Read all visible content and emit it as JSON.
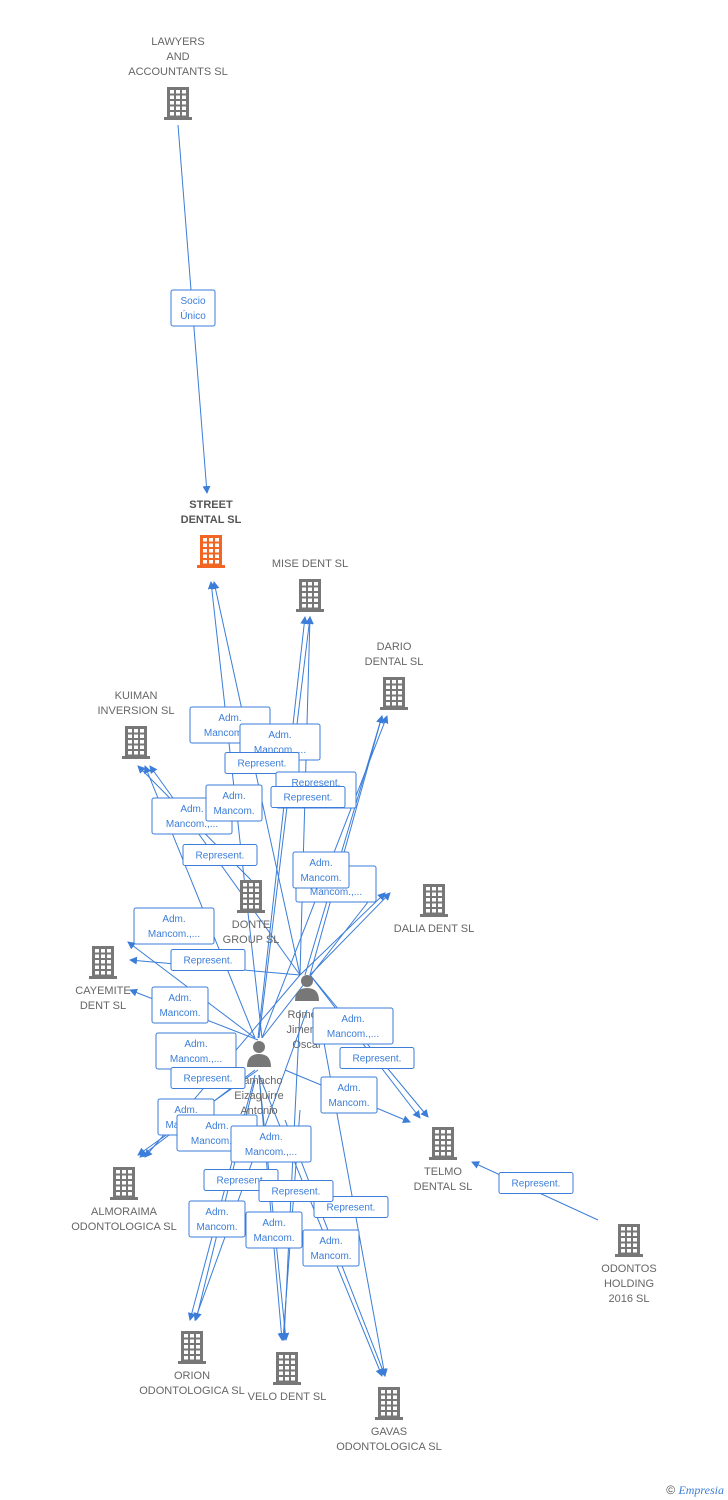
{
  "colors": {
    "edge": "#3b7dd8",
    "node": "#777777",
    "focus": "#f26522",
    "label": "#666666"
  },
  "nodes": [
    {
      "id": "lawyers",
      "type": "company",
      "lines": [
        "LAWYERS",
        "AND",
        "ACCOUNTANTS SL"
      ]
    },
    {
      "id": "street",
      "type": "company-focus",
      "lines": [
        "STREET",
        "DENTAL  SL"
      ]
    },
    {
      "id": "mise",
      "type": "company",
      "lines": [
        "MISE DENT SL"
      ]
    },
    {
      "id": "dario",
      "type": "company",
      "lines": [
        "DARIO",
        "DENTAL SL"
      ]
    },
    {
      "id": "kuiman",
      "type": "company",
      "lines": [
        "KUIMAN",
        "INVERSION SL"
      ]
    },
    {
      "id": "donte",
      "type": "company",
      "lines": [
        "DONTE",
        "GROUP  SL"
      ]
    },
    {
      "id": "dalia",
      "type": "company",
      "lines": [
        "DALIA DENT SL"
      ]
    },
    {
      "id": "cayemite",
      "type": "company",
      "lines": [
        "CAYEMITE",
        "DENT SL"
      ]
    },
    {
      "id": "romero",
      "type": "person",
      "lines": [
        "Romero",
        "Jimenez",
        "Oscar"
      ]
    },
    {
      "id": "camacho",
      "type": "person",
      "lines": [
        "Camacho",
        "Eizaguirre",
        "Antonio"
      ]
    },
    {
      "id": "telmo",
      "type": "company",
      "lines": [
        "TELMO",
        "DENTAL SL"
      ]
    },
    {
      "id": "almoraima",
      "type": "company",
      "lines": [
        "ALMORAIMA",
        "ODONTOLOGICA SL"
      ]
    },
    {
      "id": "odontos",
      "type": "company",
      "lines": [
        "ODONTOS",
        "HOLDING",
        "2016  SL"
      ]
    },
    {
      "id": "orion",
      "type": "company",
      "lines": [
        "ORION",
        "ODONTOLOGICA SL"
      ]
    },
    {
      "id": "velo",
      "type": "company",
      "lines": [
        "VELO DENT SL"
      ]
    },
    {
      "id": "gavas",
      "type": "company",
      "lines": [
        "GAVAS",
        "ODONTOLOGICA SL"
      ]
    }
  ],
  "edges": [
    {
      "from": "lawyers",
      "to": "street",
      "label": [
        "Socio",
        "Único"
      ]
    },
    {
      "from": "camacho",
      "to": "street",
      "label": [
        "Adm.",
        "Mancom.,..."
      ]
    },
    {
      "from": "romero",
      "to": "street",
      "label": []
    },
    {
      "from": "camacho",
      "to": "mise",
      "label": [
        "Adm.",
        "Mancom.,..."
      ]
    },
    {
      "from": "romero",
      "to": "mise",
      "label": [
        "Represent."
      ]
    },
    {
      "from": "romero",
      "to": "dario",
      "label": [
        "Represent.",
        "Mancom.,..."
      ]
    },
    {
      "from": "camacho",
      "to": "dario",
      "label": [
        "Represent."
      ]
    },
    {
      "from": "camacho",
      "to": "kuiman",
      "label": [
        "Adm.",
        "Mancom.,..."
      ]
    },
    {
      "from": "romero",
      "to": "kuiman",
      "label": [
        "Adm.",
        "Mancom."
      ]
    },
    {
      "from": "donte",
      "to": "kuiman",
      "label": [
        "Represent."
      ]
    },
    {
      "from": "romero",
      "to": "dalia",
      "label": [
        "Adm.",
        "Mancom.,..."
      ]
    },
    {
      "from": "camacho",
      "to": "dalia",
      "label": [
        "Adm.",
        "Mancom."
      ]
    },
    {
      "from": "camacho",
      "to": "cayemite",
      "label": [
        "Adm.",
        "Mancom.,..."
      ]
    },
    {
      "from": "romero",
      "to": "cayemite",
      "label": [
        "Represent."
      ]
    },
    {
      "from": "camacho",
      "to": "cayemite",
      "label": [
        "Adm.",
        "Mancom."
      ]
    },
    {
      "from": "romero",
      "to": "telmo",
      "label": [
        "Adm.",
        "Mancom.,..."
      ]
    },
    {
      "from": "camacho",
      "to": "telmo",
      "label": [
        "Adm.",
        "Mancom."
      ]
    },
    {
      "from": "odontos",
      "to": "telmo",
      "label": [
        "Represent."
      ]
    },
    {
      "from": "romero",
      "to": "telmo",
      "label": [
        "Represent."
      ]
    },
    {
      "from": "camacho",
      "to": "almoraima",
      "label": [
        "Adm.",
        "Mancom.,..."
      ]
    },
    {
      "from": "romero",
      "to": "almoraima",
      "label": [
        "Represent."
      ]
    },
    {
      "from": "camacho",
      "to": "almoraima",
      "label": [
        "Adm.",
        "Mancom."
      ]
    },
    {
      "from": "romero",
      "to": "orion",
      "label": [
        "Adm.",
        "Mancom.,..."
      ]
    },
    {
      "from": "camacho",
      "to": "orion",
      "label": [
        "Adm.",
        "Mancom."
      ]
    },
    {
      "from": "romero",
      "to": "velo",
      "label": [
        "Adm.",
        "Mancom.,..."
      ]
    },
    {
      "from": "camacho",
      "to": "velo",
      "label": [
        "Represent."
      ]
    },
    {
      "from": "romero",
      "to": "gavas",
      "label": [
        "Represent."
      ]
    },
    {
      "from": "camacho",
      "to": "gavas",
      "label": [
        "Adm.",
        "Mancom."
      ]
    },
    {
      "from": "romero",
      "to": "velo",
      "label": [
        "Adm.",
        "Mancom."
      ]
    },
    {
      "from": "camacho",
      "to": "orion",
      "label": [
        "Represent."
      ]
    },
    {
      "from": "romero",
      "to": "dario",
      "label": [
        "Represent."
      ]
    },
    {
      "from": "camacho",
      "to": "mise",
      "label": [
        "Adm.",
        "Mancom."
      ]
    },
    {
      "from": "camacho",
      "to": "velo",
      "label": [
        "Adm.",
        "Mancom."
      ]
    },
    {
      "from": "romero",
      "to": "dalia",
      "label": [
        "Adm.",
        "Mancom."
      ]
    },
    {
      "from": "camacho",
      "to": "gavas",
      "label": []
    }
  ],
  "footer": {
    "symbol": "©",
    "brand": "Empresia"
  }
}
